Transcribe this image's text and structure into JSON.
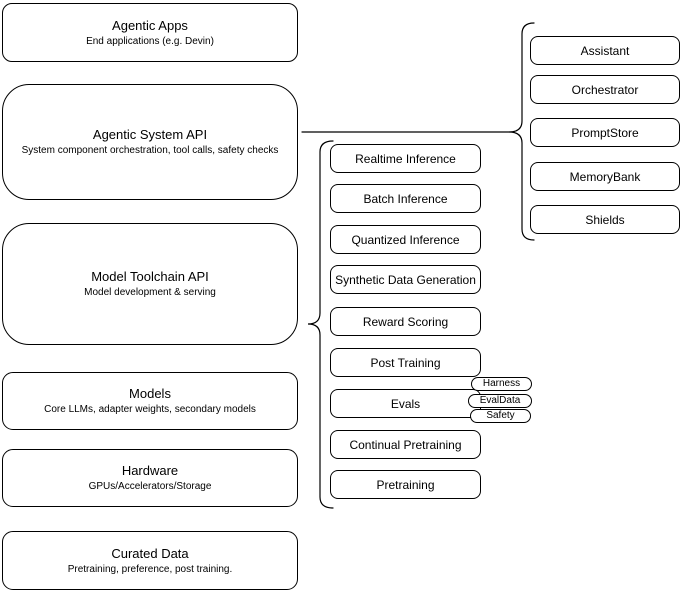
{
  "diagram": {
    "colors": {
      "background": "#ffffff",
      "stroke": "#000000",
      "text": "#000000"
    },
    "layers": [
      {
        "title": "Agentic Apps",
        "subtitle": "End applications (e.g. Devin)"
      },
      {
        "title": "Agentic System API",
        "subtitle": "System component orchestration, tool calls, safety checks"
      },
      {
        "title": "Model Toolchain API",
        "subtitle": "Model development & serving"
      },
      {
        "title": "Models",
        "subtitle": "Core LLMs, adapter weights, secondary models"
      },
      {
        "title": "Hardware",
        "subtitle": "GPUs/Accelerators/Storage"
      },
      {
        "title": "Curated Data",
        "subtitle": "Pretraining, preference, post training."
      }
    ],
    "toolchain_services": [
      "Realtime Inference",
      "Batch Inference",
      "Quantized Inference",
      "Synthetic Data Generation",
      "Reward Scoring",
      "Post Training",
      "Evals",
      "Continual Pretraining",
      "Pretraining"
    ],
    "evals_tags": [
      "Harness",
      "EvalData",
      "Safety"
    ],
    "system_components": [
      "Assistant",
      "Orchestrator",
      "PromptStore",
      "MemoryBank",
      "Shields"
    ]
  }
}
